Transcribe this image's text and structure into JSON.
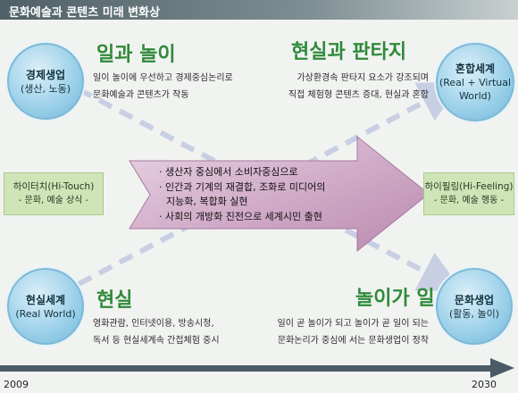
{
  "header": {
    "title": "문화예술과 콘텐츠 미래 변화상"
  },
  "circles": {
    "top_left": {
      "line1": "경제생업",
      "line2": "(생산, 노동)"
    },
    "top_right": {
      "line1": "혼합세계",
      "line2": "(Real + Virtual",
      "line3": "World)"
    },
    "bottom_left": {
      "line1": "현실세계",
      "line2": "(Real World)"
    },
    "bottom_right": {
      "line1": "문화생업",
      "line2": "(활동, 놀이)"
    }
  },
  "quadrants": {
    "top_left": {
      "title": "일과 놀이",
      "lines": [
        "일이 놀이에 우선하고 경제중심논리로",
        "문화예술과 콘텐츠가 작동"
      ]
    },
    "top_right": {
      "title": "현실과 판타지",
      "lines": [
        "가상환경속 판타지 요소가 강조되며",
        "직접 체험형 콘텐츠 증대, 현실과 혼합"
      ]
    },
    "bottom_left": {
      "title": "현실",
      "lines": [
        "영화관람, 인터넷이용, 방송시청,",
        "독서 등 현실세계속 간접체험 중시"
      ]
    },
    "bottom_right": {
      "title": "놀이가 일",
      "lines": [
        "일이 곧 놀이가 되고 놀이가 곧 일이 되는",
        "문화논리가 중심에 서는 문화생업이 정착"
      ]
    }
  },
  "side_boxes": {
    "left": {
      "line1": "하이터치(Hi-Touch)",
      "line2": "- 문화, 예술 상식 -"
    },
    "right": {
      "line1": "하이필링(Hi-Feeling)",
      "line2": "- 문화, 예술 행동 -"
    }
  },
  "arrow_items": [
    "· 생산자 중심에서 소비자중심으로",
    "· 인간과 기계의 재결합, 조화로 미디어의",
    "  지능화, 복합화 실현",
    "· 사회의 개방화 진전으로 세계시민 출현"
  ],
  "timeline": {
    "start": "2009",
    "end": "2030"
  },
  "colors": {
    "header_bar": "#5f7075",
    "title_green": "#2f8a3a",
    "circle_fill": "#9fd2ea",
    "arrow_fill": "#cfa9c6",
    "side_box_fill": "#cfe5b8"
  }
}
